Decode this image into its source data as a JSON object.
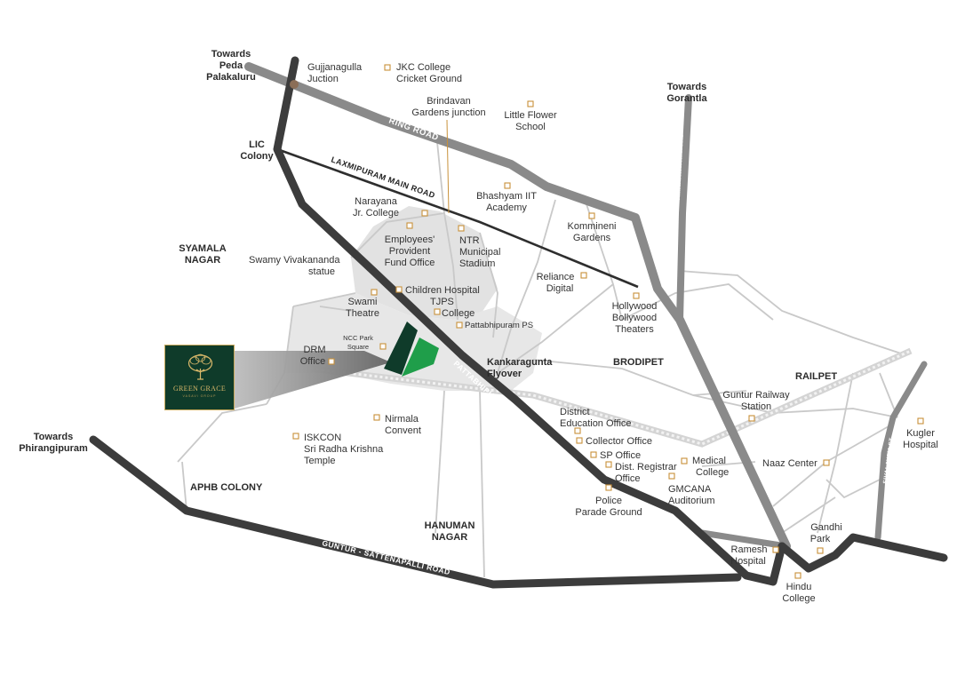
{
  "brand": {
    "name": "GREEN GRACE",
    "tagline": "VASAVI GROUP",
    "colors": {
      "logo_bg": "#0f3b2a",
      "logo_gold": "#c8a85a",
      "site_green": "#1f9e4a",
      "site_dark": "#0f3b2a"
    }
  },
  "roads": {
    "ring_road": "RING ROAD",
    "laxmipuram": "LAXMIPURAM MAIN ROAD",
    "pattabhipuram": "PATTABHIPURAM ROAD",
    "guntur_sattenapalli": "GUNTUR - SATTENAPALLI ROAD",
    "amaravathi": "AMARAVATHI ROAD",
    "sivalayam": "SIVALAYAM ST"
  },
  "directions": {
    "peda_palakaluru": [
      "Towards",
      "Peda",
      "Palakaluru"
    ],
    "gorantla": [
      "Towards",
      "Gorantla"
    ],
    "phirangipuram": [
      "Towards",
      "Phirangipuram"
    ]
  },
  "areas": {
    "syamala": [
      "SYAMALA",
      "NAGAR"
    ],
    "lic": [
      "LIC",
      "Colony"
    ],
    "aphb": "APHB COLONY",
    "hanuman": [
      "HANUMAN",
      "NAGAR"
    ],
    "brodipet": "BRODIPET",
    "railpet": "RAILPET",
    "kankaragunta": [
      "Kankaragunta",
      "Flyover"
    ]
  },
  "landmarks": {
    "gujjanagulla": [
      "Gujjanagulla",
      "Juction"
    ],
    "jkc": [
      "JKC College",
      "Cricket Ground"
    ],
    "brindavan": [
      "Brindavan",
      "Gardens junction"
    ],
    "little_flower": [
      "Little Flower",
      "School"
    ],
    "bhashyam": [
      "Bhashyam IIT",
      "Academy"
    ],
    "kommineni": [
      "Kommineni",
      "Gardens"
    ],
    "narayana": [
      "Narayana",
      "Jr. College"
    ],
    "epf": [
      "Employees'",
      "Provident",
      "Fund Office"
    ],
    "ntr": [
      "NTR",
      "Municipal",
      "Stadium"
    ],
    "vivekananda": [
      "Swamy Vivakananda",
      "statue"
    ],
    "reliance": [
      "Reliance",
      "Digital"
    ],
    "children": "Children Hospital",
    "swami_theatre": [
      "Swami",
      "Theatre"
    ],
    "tjps": [
      "TJPS",
      "College"
    ],
    "hollywood": [
      "Hollywood",
      "Bollywood",
      "Theaters"
    ],
    "pattabhipuram_ps": "Pattabhipuram PS",
    "ncc": [
      "NCC Park",
      "Square"
    ],
    "drm": [
      "DRM",
      "Office"
    ],
    "nirmala": [
      "Nirmala",
      "Convent"
    ],
    "iskcon": [
      "ISKCON",
      "Sri Radha Krishna",
      "Temple"
    ],
    "deo": [
      "District",
      "Education Office"
    ],
    "collector": "Collector Office",
    "sp": "SP Office",
    "registrar": [
      "Dist. Registrar",
      "Office"
    ],
    "medical": [
      "Medical",
      "College"
    ],
    "gmcana": [
      "GMCANA",
      "Auditorium"
    ],
    "police": [
      "Police",
      "Parade Ground"
    ],
    "railway": [
      "Guntur Railway",
      "Station"
    ],
    "naaz": "Naaz Center",
    "kugler": [
      "Kugler",
      "Hospital"
    ],
    "gandhi": [
      "Gandhi",
      "Park"
    ],
    "ramesh": [
      "Ramesh",
      "Hospital"
    ],
    "hindu": [
      "Hindu",
      "College"
    ]
  }
}
